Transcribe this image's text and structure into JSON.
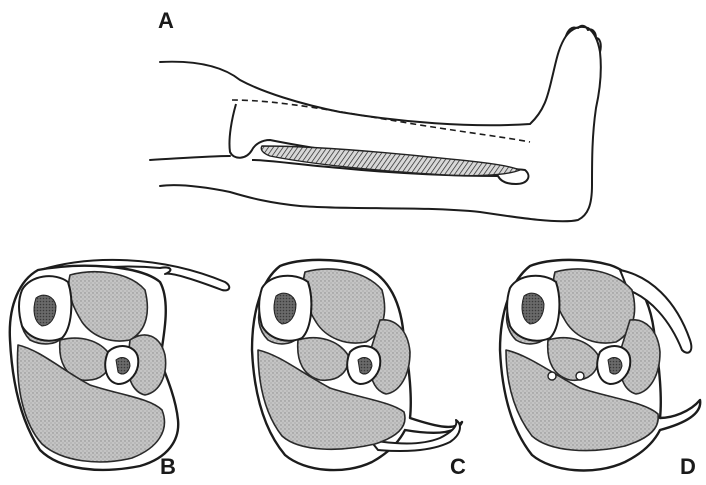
{
  "panels": [
    {
      "id": "A",
      "label": "A",
      "view": "lateral-leg"
    },
    {
      "id": "B",
      "label": "B",
      "view": "cross-section"
    },
    {
      "id": "C",
      "label": "C",
      "view": "cross-section"
    },
    {
      "id": "D",
      "label": "D",
      "view": "cross-section"
    }
  ],
  "colors": {
    "ink": "#1c1c1c",
    "stipple_fill": "#b8b8b8",
    "dark_fill": "#5a5a5a",
    "background": "#ffffff"
  }
}
